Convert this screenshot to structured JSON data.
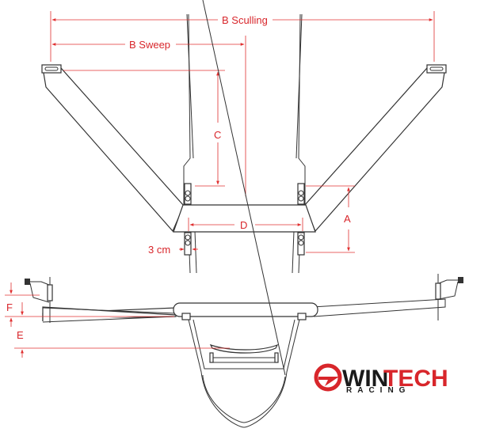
{
  "diagram": {
    "type": "technical rowing rigger measurement diagram",
    "labels": {
      "b_sculling": "B Sculling",
      "b_sweep": "B Sweep",
      "c": "C",
      "a": "A",
      "three_cm": "3 cm",
      "d": "D",
      "f": "F",
      "e": "E"
    },
    "logo": {
      "brand_primary": "WIN",
      "brand_secondary": "TECH",
      "subtitle": "RACING"
    },
    "colors": {
      "dimension": "#d8262b",
      "line": "#333333",
      "logo_dark": "#1a1a1a",
      "logo_red": "#d8262b"
    }
  }
}
